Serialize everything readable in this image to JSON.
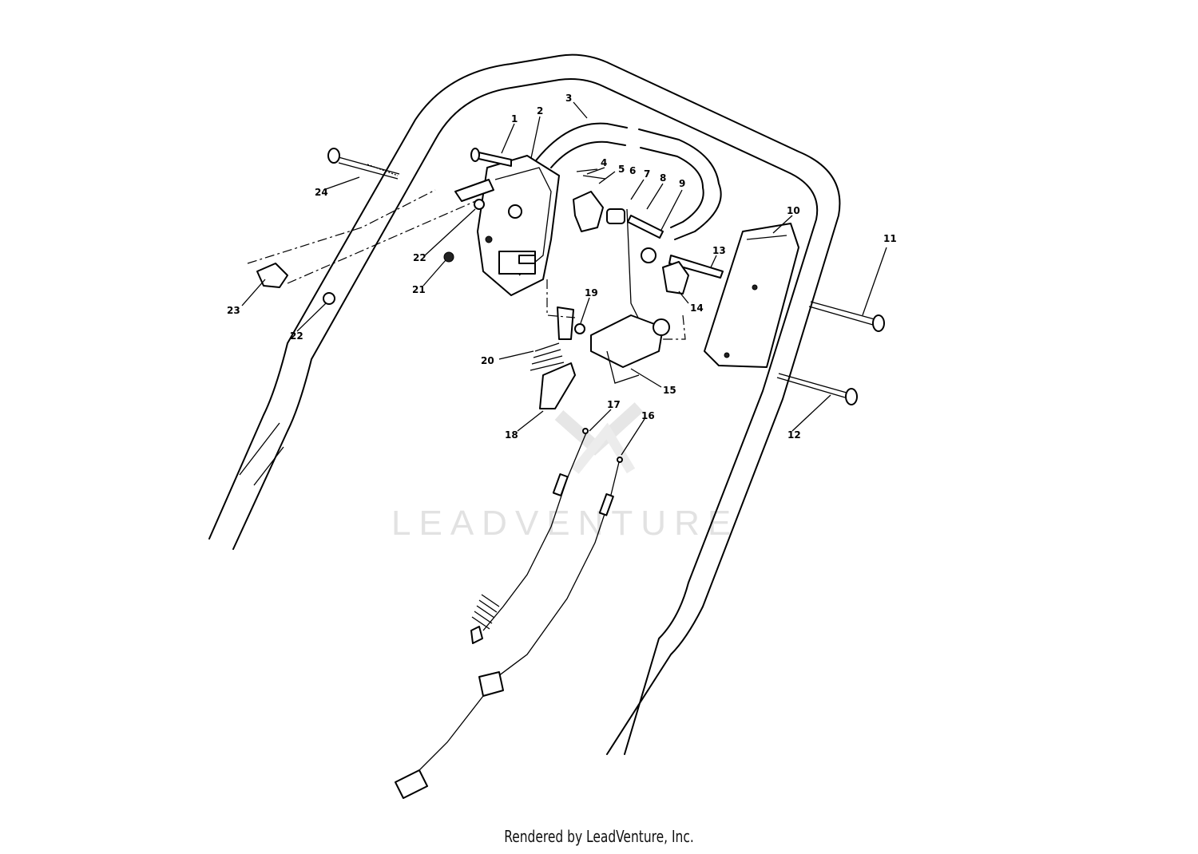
{
  "watermark": "LEADVENTURE",
  "credit": "Rendered by LeadVenture, Inc.",
  "callouts": [
    "1",
    "2",
    "3",
    "4",
    "5",
    "6",
    "7",
    "8",
    "9",
    "10",
    "11",
    "12",
    "13",
    "14",
    "15",
    "16",
    "17",
    "18",
    "19",
    "20",
    "21",
    "22",
    "22",
    "23",
    "24"
  ]
}
